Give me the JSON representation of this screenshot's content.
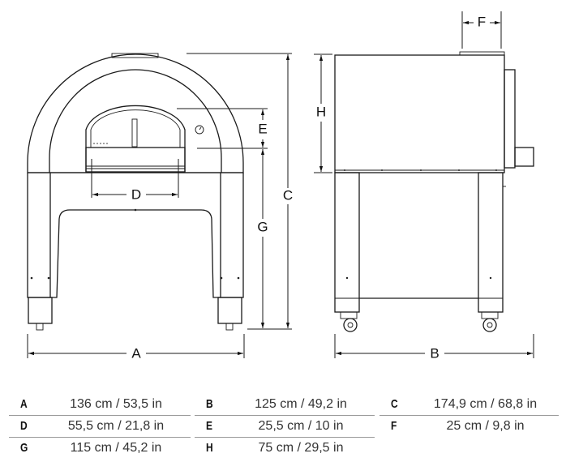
{
  "drawing": {
    "labels": {
      "A": "A",
      "B": "B",
      "C": "C",
      "D": "D",
      "E": "E",
      "F": "F",
      "G": "G",
      "H": "H"
    }
  },
  "dimensions": [
    {
      "key": "A",
      "value": "136 cm / 53,5 in"
    },
    {
      "key": "B",
      "value": "125 cm / 49,2 in"
    },
    {
      "key": "C",
      "value": "174,9 cm / 68,8 in"
    },
    {
      "key": "D",
      "value": "55,5 cm / 21,8 in"
    },
    {
      "key": "E",
      "value": "25,5 cm / 10 in"
    },
    {
      "key": "F",
      "value": "25 cm / 9,8 in"
    },
    {
      "key": "G",
      "value": "115 cm / 45,2 in"
    },
    {
      "key": "H",
      "value": "75 cm / 29,5 in"
    }
  ]
}
